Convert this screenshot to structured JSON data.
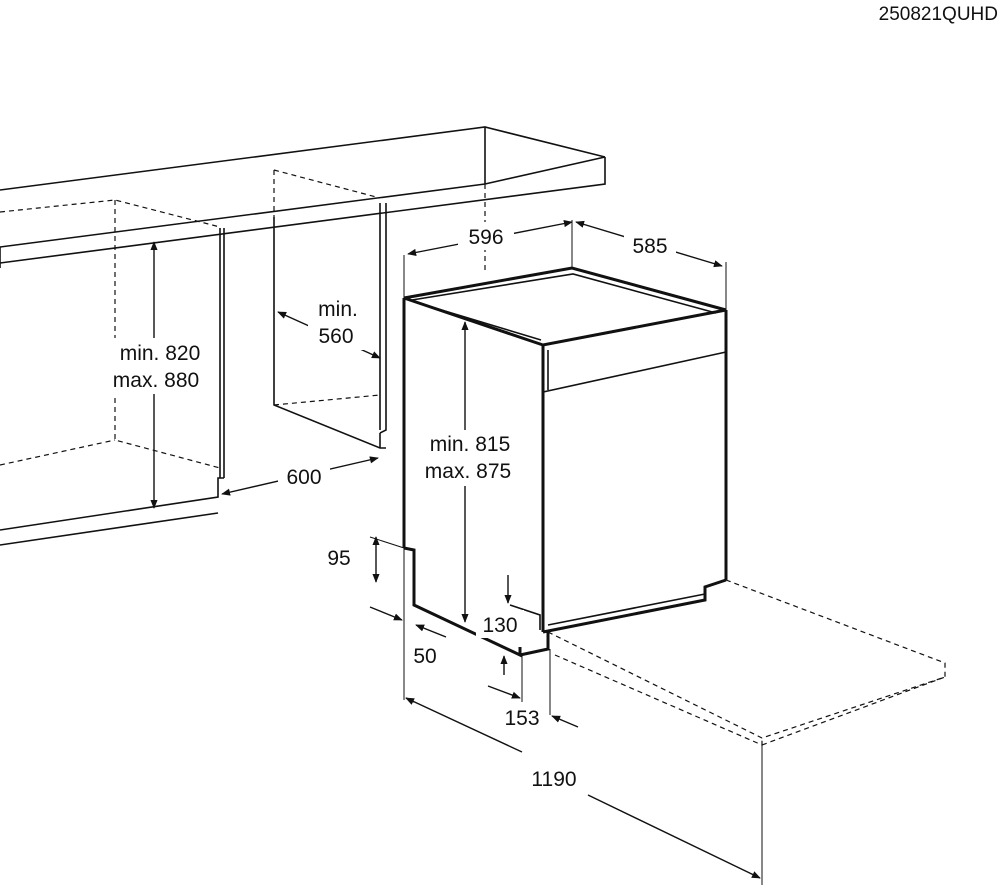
{
  "drawing_code": "250821QUHD",
  "dimensions": {
    "cabinet_height": {
      "min": "min. 820",
      "max": "max. 880"
    },
    "niche_width": {
      "line1": "min.",
      "line2": "560"
    },
    "cabinet_depth": "600",
    "appliance_width": "596",
    "appliance_depth": "585",
    "appliance_height": {
      "min": "min. 815",
      "max": "max. 875"
    },
    "plinth_height": "95",
    "plinth_offset": "50",
    "foot_height": "130",
    "door_offset": "153",
    "door_open_depth": "1190"
  },
  "colors": {
    "line": "#111111",
    "background": "#ffffff"
  }
}
